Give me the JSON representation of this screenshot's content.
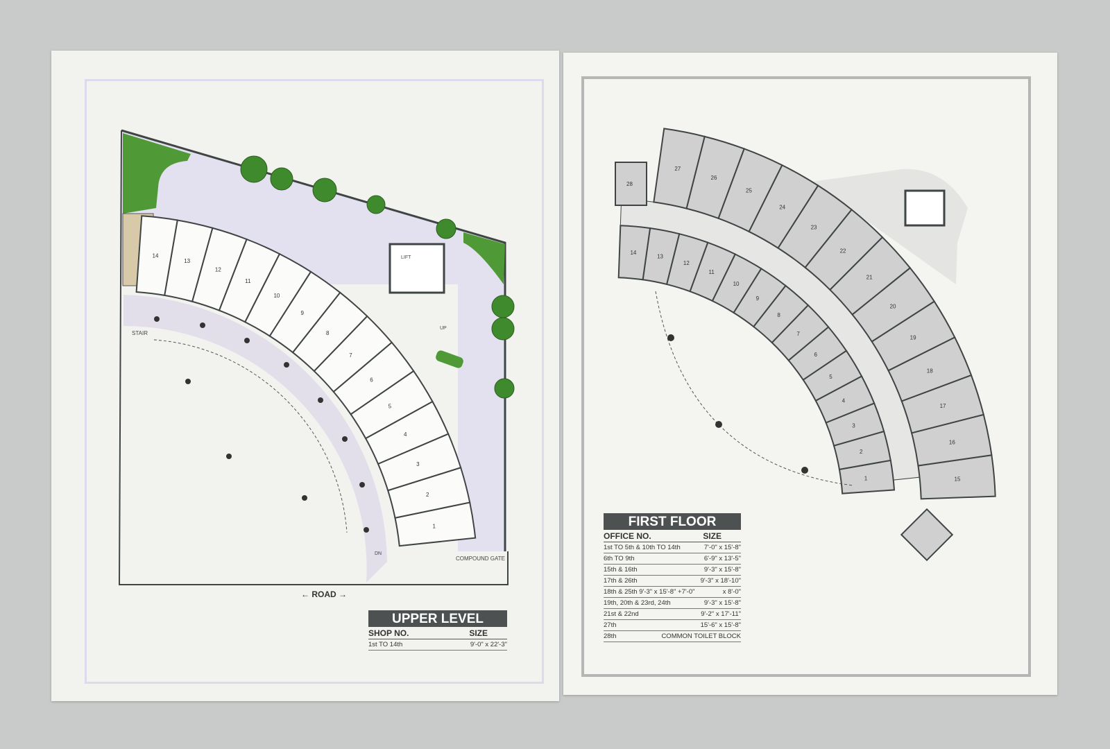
{
  "left_page": {
    "shop_numbers": [
      "1",
      "2",
      "3",
      "4",
      "5",
      "6",
      "7",
      "8",
      "9",
      "10",
      "11",
      "12",
      "13",
      "14"
    ],
    "labels": {
      "stair": "STAIR",
      "compound_gate": "COMPOUND GATE",
      "road": "← ROAD →",
      "lift": "LIFT",
      "up": "UP",
      "dn": "DN"
    },
    "table": {
      "title": "UPPER LEVEL",
      "col_shop": "SHOP NO.",
      "col_size": "SIZE",
      "rows": [
        {
          "no": "1st TO 14th",
          "size": "9'-0\"  x  22'-3\""
        }
      ]
    }
  },
  "right_page": {
    "inner_office_numbers": [
      "1",
      "2",
      "3",
      "4",
      "5",
      "6",
      "7",
      "8",
      "9",
      "10",
      "11",
      "12",
      "13",
      "14"
    ],
    "outer_office_numbers": [
      "15",
      "16",
      "17",
      "18",
      "19",
      "20",
      "21",
      "22",
      "23",
      "24",
      "25",
      "26",
      "27"
    ],
    "office_28": "28",
    "table": {
      "title": "FIRST FLOOR",
      "col_office": "OFFICE NO.",
      "col_size": "SIZE",
      "rows": [
        {
          "no": "1st TO 5th & 10th TO 14th",
          "size": "7'-0\"  x  15'-8\""
        },
        {
          "no": "6th TO 9th",
          "size": "6'-9\"  x  13'-5\""
        },
        {
          "no": "15th & 16th",
          "size": "9'-3\"  x  15'-8\""
        },
        {
          "no": "17th & 26th",
          "size": "9'-3\"  x  18'-10\""
        },
        {
          "no": "18th & 25th   9'-3\"  x  15'-8\" +7'-0\"",
          "size": "x  8'-0\""
        },
        {
          "no": "19th, 20th & 23rd, 24th",
          "size": "9'-3\"  x  15'-8\""
        },
        {
          "no": "21st & 22nd",
          "size": "9'-2\"  x  17'-11\""
        },
        {
          "no": "27th",
          "size": "15'-6\"  x  15'-8\""
        },
        {
          "no": "28th",
          "size": "COMMON TOILET BLOCK"
        }
      ]
    }
  },
  "colors": {
    "lavender": "#e3e0ef",
    "green": "#4f9a36",
    "dark": "#3f4444",
    "office_gray": "#cfd0cf"
  }
}
